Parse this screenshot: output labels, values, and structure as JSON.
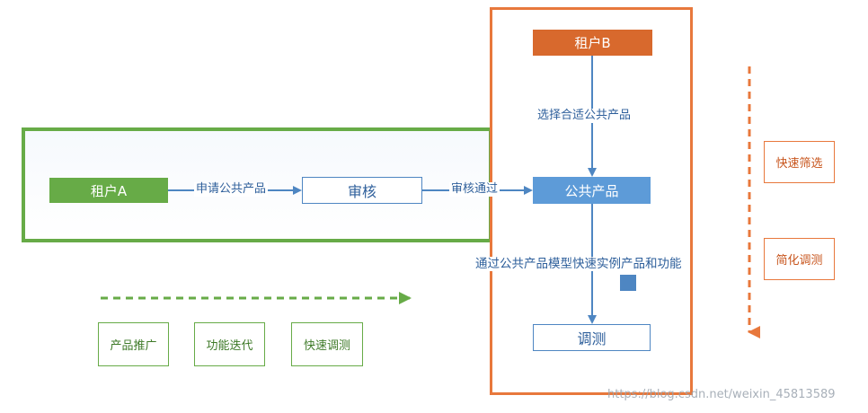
{
  "nodes": {
    "tenant_a": "租户A",
    "audit": "审核",
    "tenant_b": "租户B",
    "public_product": "公共产品",
    "tuning": "调测"
  },
  "edge_labels": {
    "apply": "申请公共产品",
    "pass": "审核通过",
    "choose": "选择合适公共产品",
    "via": "通过公共产品模型快速实例产品和功能"
  },
  "green_tags": [
    "产品推广",
    "功能迭代",
    "快速调测"
  ],
  "orange_tags": [
    "快速筛选",
    "简化调测"
  ],
  "watermark": "https://blog.csdn.net/weixin_45813589",
  "colors": {
    "green": "#67ab47",
    "orange": "#e8783c",
    "blue": "#4e86c2",
    "blue_fill": "#5d9bd8",
    "orange_fill": "#d8692d"
  }
}
